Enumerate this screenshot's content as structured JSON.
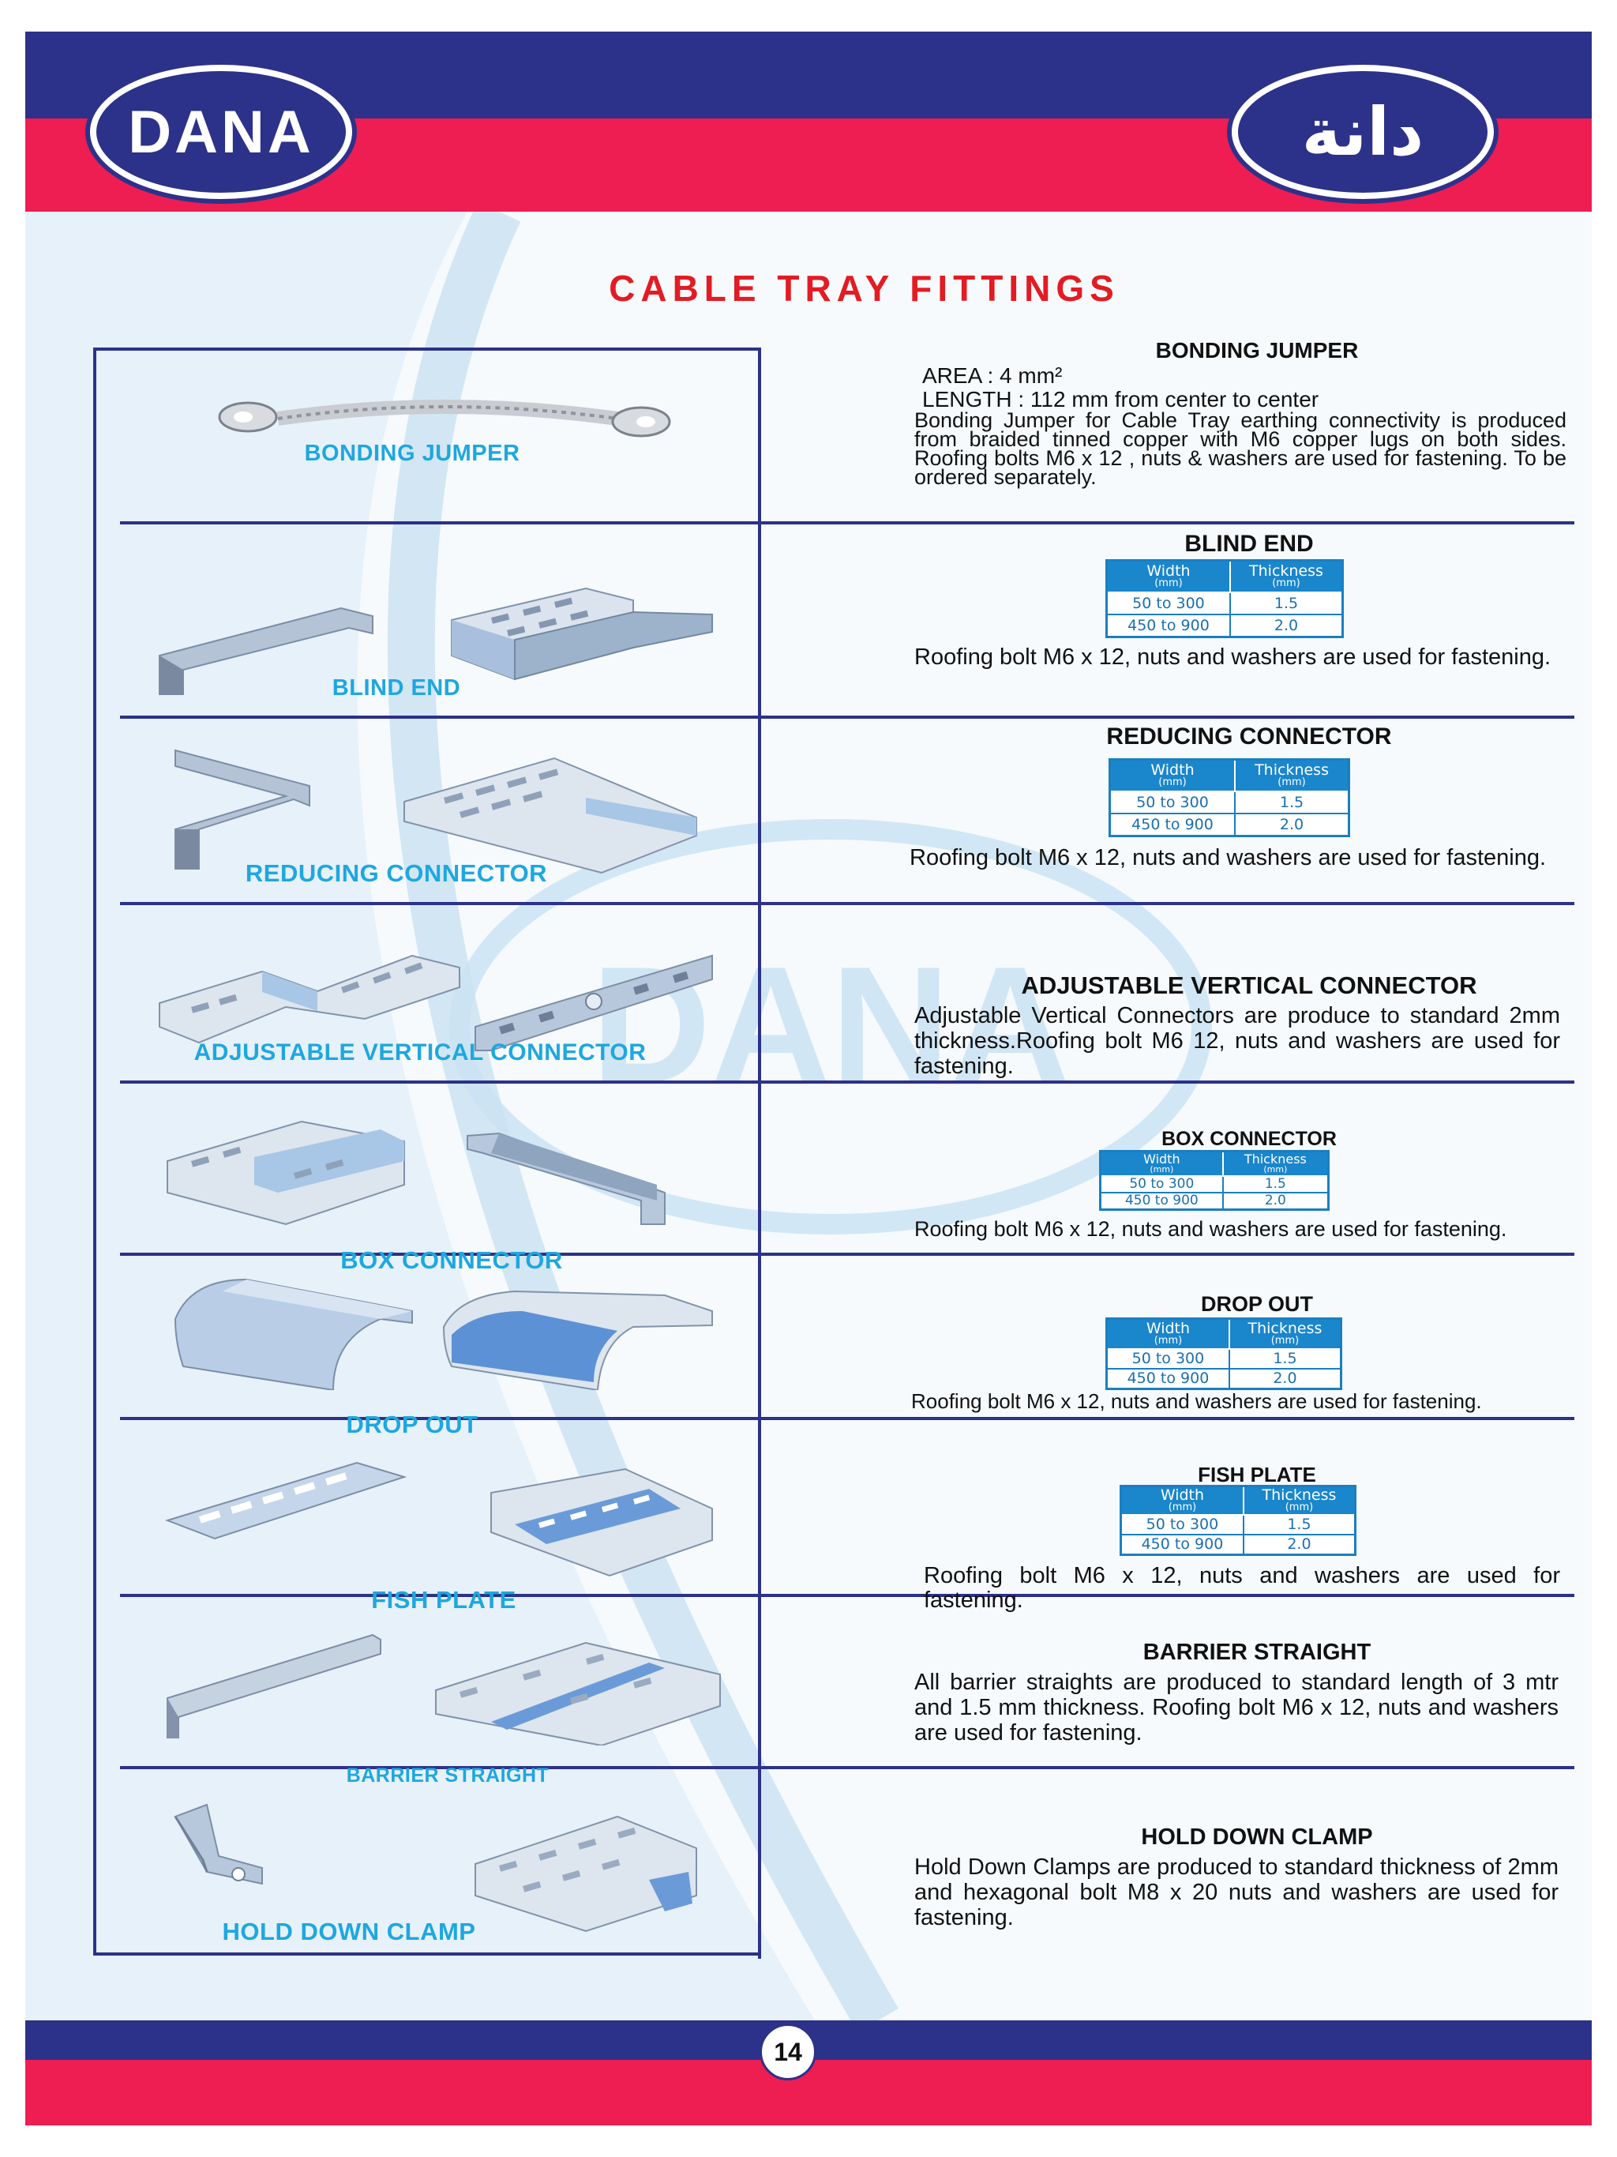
{
  "header": {
    "logo_en": "DANA",
    "logo_ar": "دانة"
  },
  "title": "CABLE TRAY FITTINGS",
  "watermark": "DANA",
  "spec_headers": {
    "width": "Width",
    "thickness": "Thickness",
    "unit": "(mm)"
  },
  "items": [
    {
      "label": "BONDING JUMPER",
      "heading": "BONDING JUMPER",
      "lines": [
        "AREA : 4 mm²",
        "LENGTH : 112 mm from center to center"
      ],
      "text": "Bonding Jumper for Cable Tray earthing connectivity is produced from braided tinned copper with M6 copper lugs on both sides. Roofing bolts M6 x 12 , nuts & washers are used for fastening. To be ordered separately."
    },
    {
      "label": "BLIND END",
      "heading": "BLIND END",
      "rows": [
        [
          "50 to 300",
          "1.5"
        ],
        [
          "450 to 900",
          "2.0"
        ]
      ],
      "text": "Roofing bolt M6 x 12, nuts and washers are used for fastening."
    },
    {
      "label": "REDUCING CONNECTOR",
      "heading": "REDUCING CONNECTOR",
      "rows": [
        [
          "50 to 300",
          "1.5"
        ],
        [
          "450 to 900",
          "2.0"
        ]
      ],
      "text": "Roofing bolt M6 x 12, nuts and washers are used for fastening."
    },
    {
      "label": "ADJUSTABLE VERTICAL CONNECTOR",
      "heading": "ADJUSTABLE  VERTICAL CONNECTOR",
      "text": "Adjustable Vertical Connectors are produce to standard 2mm thickness.Roofing bolt M6 12, nuts and washers are used for fastening."
    },
    {
      "label": "BOX CONNECTOR",
      "heading": "BOX CONNECTOR",
      "rows": [
        [
          "50 to 300",
          "1.5"
        ],
        [
          "450 to 900",
          "2.0"
        ]
      ],
      "text": "Roofing bolt M6 x 12, nuts and washers are used for fastening."
    },
    {
      "label": "DROP OUT",
      "heading": "DROP OUT",
      "rows": [
        [
          "50 to 300",
          "1.5"
        ],
        [
          "450 to 900",
          "2.0"
        ]
      ],
      "text": "Roofing bolt M6 x 12, nuts and washers are used for fastening."
    },
    {
      "label": "FISH PLATE",
      "heading": "FISH PLATE",
      "rows": [
        [
          "50 to 300",
          "1.5"
        ],
        [
          "450 to 900",
          "2.0"
        ]
      ],
      "text": "Roofing bolt M6 x 12, nuts and washers are used for fastening."
    },
    {
      "label": "BARRIER STRAIGHT",
      "heading": "BARRIER STRAIGHT",
      "text": "All barrier straights are produced to standard length of 3 mtr and 1.5 mm thickness. Roofing bolt M6 x 12, nuts and washers are used for fastening."
    },
    {
      "label": "HOLD DOWN CLAMP",
      "heading": "HOLD DOWN CLAMP",
      "text": "Hold Down Clamps are produced to standard thickness of 2mm and hexagonal bolt M8 x 20 nuts and washers are used for fastening."
    }
  ],
  "page_number": "14",
  "colors": {
    "navy": "#2c3189",
    "red": "#ee1d52",
    "title_red": "#e31b23",
    "label_blue": "#1ea7df",
    "table_blue": "#1a86cc",
    "background": "#e7f1f9"
  }
}
